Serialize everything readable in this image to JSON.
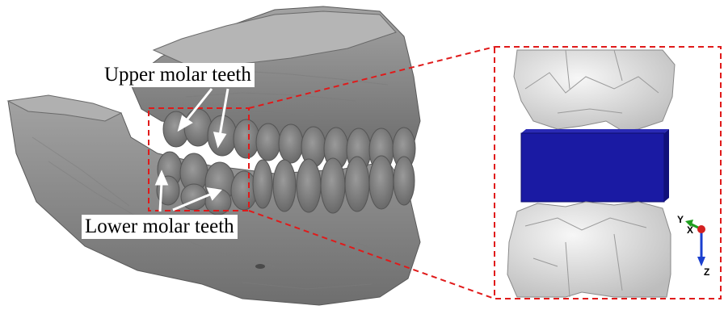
{
  "callouts": {
    "upper": "Upper molar teeth",
    "lower": "Lower molar teeth"
  },
  "axes": {
    "y": "Y",
    "x": "X",
    "z": "Z"
  },
  "colors": {
    "jaw_gray": "#8c8c8c",
    "tooth_light": "#e6e6e6",
    "block_blue": "#1a1aa3",
    "dashed_red": "#e01a1a",
    "axis_green": "#1e9e1e",
    "axis_red": "#d42020",
    "axis_blue": "#1a3fcf"
  }
}
